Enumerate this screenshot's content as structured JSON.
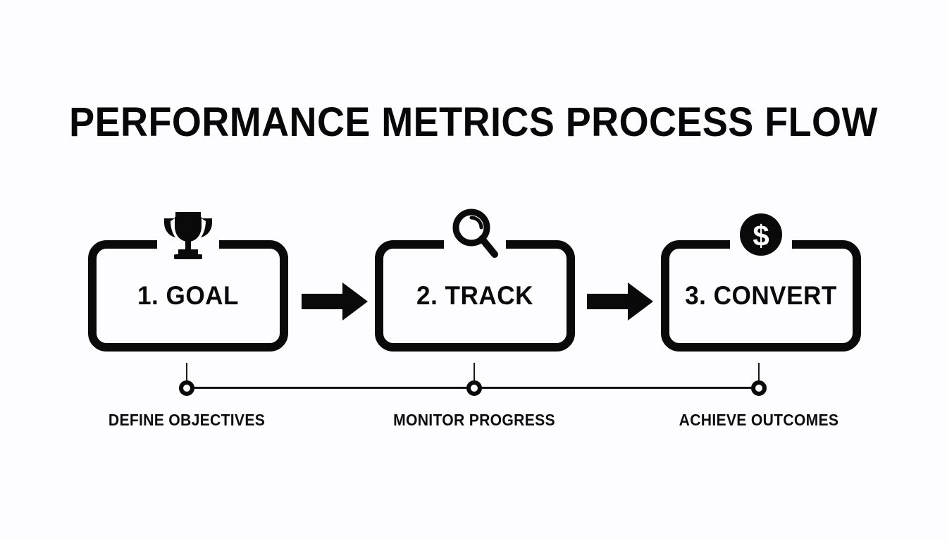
{
  "page": {
    "title": "PERFORMANCE METRICS PROCESS FLOW",
    "background_color": "#fdfdff",
    "ink_color": "#0a0a0a"
  },
  "steps": [
    {
      "label": "1. GOAL",
      "icon": "trophy-icon",
      "caption": "DEFINE OBJECTIVES"
    },
    {
      "label": "2. TRACK",
      "icon": "magnifier-icon",
      "caption": "MONITOR PROGRESS"
    },
    {
      "label": "3. CONVERT",
      "icon": "dollar-coin-icon",
      "caption": "ACHIEVE OUTCOMES"
    }
  ],
  "connectors": [
    {
      "icon": "arrow-right-icon",
      "from": "1. GOAL",
      "to": "2. TRACK"
    },
    {
      "icon": "arrow-right-icon",
      "from": "2. TRACK",
      "to": "3. CONVERT"
    }
  ],
  "timeline": {
    "marker_icon": "circle-node-icon",
    "axis_color": "#141414"
  }
}
